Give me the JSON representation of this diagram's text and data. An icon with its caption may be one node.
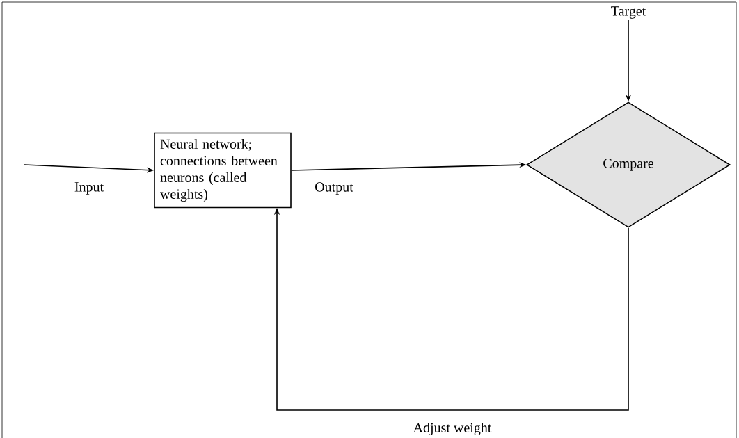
{
  "diagram": {
    "nodes": [
      {
        "text": [
          "Neural network; connections between neurons (called weights)"
        ]
      },
      {
        "text": [
          "Compare"
        ]
      },
      {
        "text": [
          "Target"
        ]
      }
    ],
    "edges": [
      {
        "from": null,
        "to": 0,
        "arrow": "to",
        "label": "Input"
      },
      {
        "from": 0,
        "to": 1,
        "arrow": "to",
        "label": "Output"
      },
      {
        "from": 2,
        "to": 1,
        "arrow": "to"
      },
      {
        "from": 1,
        "to": 0,
        "arrow": "to",
        "label": "Adjust weight"
      }
    ]
  }
}
